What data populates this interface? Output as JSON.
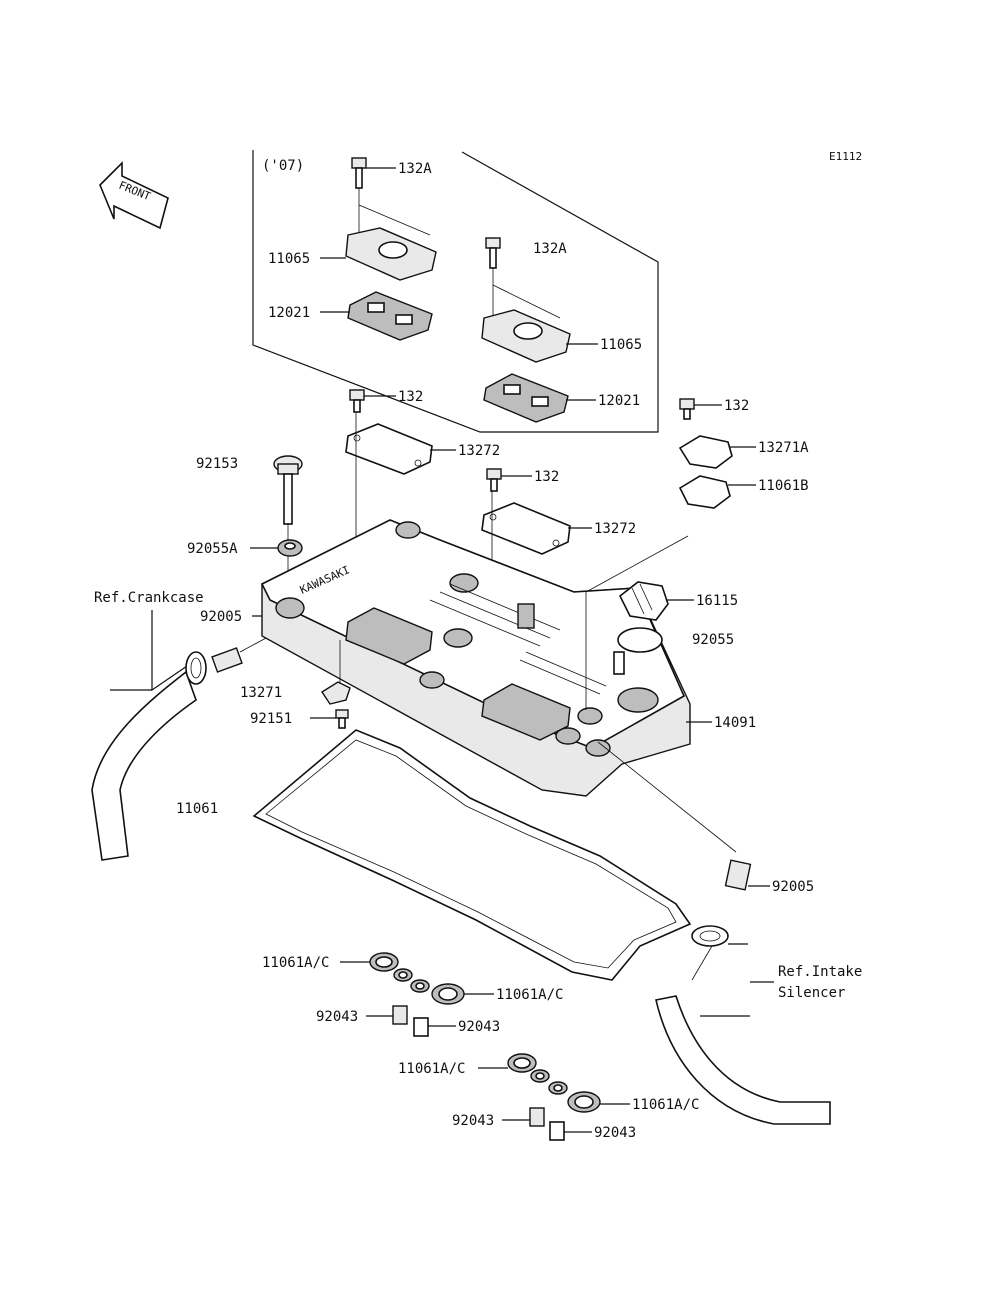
{
  "diagram": {
    "code": "E1112",
    "year_note": "('07)",
    "front_label": "FRONT",
    "cover_text": "KAWASAKI",
    "parts": {
      "p132A_1": "132A",
      "p132A_2": "132A",
      "p11065_1": "11065",
      "p11065_2": "11065",
      "p12021_1": "12021",
      "p12021_2": "12021",
      "p132_1": "132",
      "p132_2": "132",
      "p132_3": "132",
      "p13272_1": "13272",
      "p13272_2": "13272",
      "p13271A": "13271A",
      "p11061B": "11061B",
      "p92153": "92153",
      "p92055A": "92055A",
      "p92005_1": "92005",
      "p92005_2": "92005",
      "p16115": "16115",
      "p92055": "92055",
      "p13271": "13271",
      "p92151": "92151",
      "p14091": "14091",
      "p11061": "11061",
      "p11061AC_1": "11061A/C",
      "p11061AC_2": "11061A/C",
      "p11061AC_3": "11061A/C",
      "p11061AC_4": "11061A/C",
      "p92043_1": "92043",
      "p92043_2": "92043",
      "p92043_3": "92043",
      "p92043_4": "92043"
    },
    "refs": {
      "crankcase": "Ref.Crankcase",
      "intake_line1": "Ref.Intake",
      "intake_line2": "Silencer"
    }
  }
}
